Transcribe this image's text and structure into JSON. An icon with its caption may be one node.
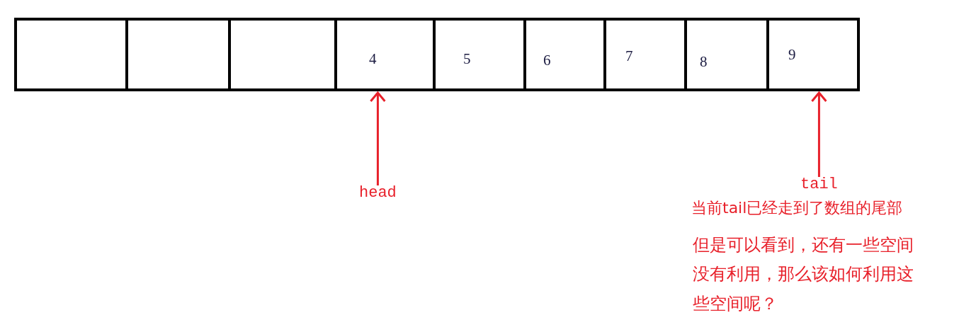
{
  "diagram": {
    "nodes": [
      {
        "text": [],
        "shape": "box"
      },
      {
        "text": [],
        "shape": "box"
      },
      {
        "text": [],
        "shape": "box"
      },
      {
        "text": [
          "4"
        ]
      },
      {
        "text": [
          "5"
        ]
      },
      {
        "text": [
          "6"
        ]
      },
      {
        "text": [
          "7"
        ]
      },
      {
        "text": [
          "8"
        ]
      },
      {
        "text": [
          "9"
        ]
      },
      {
        "text": [
          "head"
        ]
      },
      {
        "text": [
          "tail"
        ]
      }
    ],
    "edges": [
      {
        "from": 9,
        "to": 3,
        "arrow": "to"
      },
      {
        "from": 10,
        "to": 8,
        "arrow": "to"
      }
    ],
    "labels": [
      "当前tail已经走到了数组的尾部",
      "但是可以看到，还有一些空间没有利用，那么该如何利用这些空间呢？"
    ]
  }
}
